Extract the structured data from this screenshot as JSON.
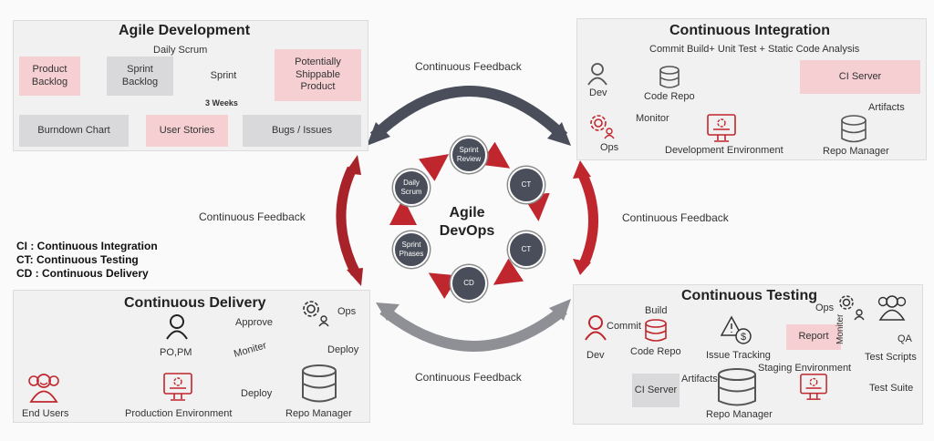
{
  "center": {
    "title": "Agile\nDevOps",
    "nodes": [
      "Sprint\nReview",
      "CT",
      "CT",
      "CD",
      "Sprint\nPhases",
      "Daily\nScrum"
    ]
  },
  "feedback_labels": {
    "top": "Continuous Feedback",
    "left": "Continuous Feedback",
    "right": "Continuous Feedback",
    "bottom": "Continuous Feedback"
  },
  "legend": [
    "CI : Continuous Integration",
    "CT: Continuous Testing",
    "CD : Continuous Delivery"
  ],
  "agile": {
    "title": "Agile Development",
    "daily_scrum": "Daily Scrum",
    "product_backlog": "Product\nBacklog",
    "sprint_backlog": "Sprint\nBacklog",
    "sprint": "Sprint",
    "duration": "3 Weeks",
    "shippable": "Potentially\nShippable\nProduct",
    "burndown": "Burndown Chart",
    "user_stories": "User Stories",
    "bugs": "Bugs / Issues"
  },
  "ci": {
    "title": "Continuous Integration",
    "subtitle": "Commit Build+ Unit Test + Static Code Analysis",
    "dev": "Dev",
    "code_repo": "Code Repo",
    "ci_server": "CI Server",
    "artifacts": "Artifacts",
    "ops": "Ops",
    "monitor": "Monitor",
    "dev_env": "Development  Environment",
    "repo_manager": "Repo Manager"
  },
  "cd": {
    "title": "Continuous Delivery",
    "po_pm": "PO,PM",
    "approve": "Approve",
    "ops": "Ops",
    "moniter": "Moniter",
    "deploy_down": "Deploy",
    "deploy_left": "Deploy",
    "end_users": "End Users",
    "prod_env": "Production Environment",
    "repo_manager": "Repo Manager"
  },
  "ct": {
    "title": "Continuous Testing",
    "build": "Build",
    "commit": "Commit",
    "dev": "Dev",
    "code_repo": "Code Repo",
    "ci_server": "CI Server",
    "artifacts": "Artifacts",
    "repo_manager": "Repo Manager",
    "issue_tracking": "Issue Tracking",
    "report": "Report",
    "staging_env": "Staging Environment",
    "ops": "Ops",
    "moniter": "Moniter",
    "qa": "QA",
    "test_scripts": "Test Scripts",
    "test_suite": "Test Suite"
  },
  "colors": {
    "accent_red": "#c0262d",
    "dark_arrow": "#4a4e5a",
    "grey_arrow": "#8e9096",
    "pink_box": "#f5cfd1",
    "grey_box": "#d9d9dc"
  }
}
